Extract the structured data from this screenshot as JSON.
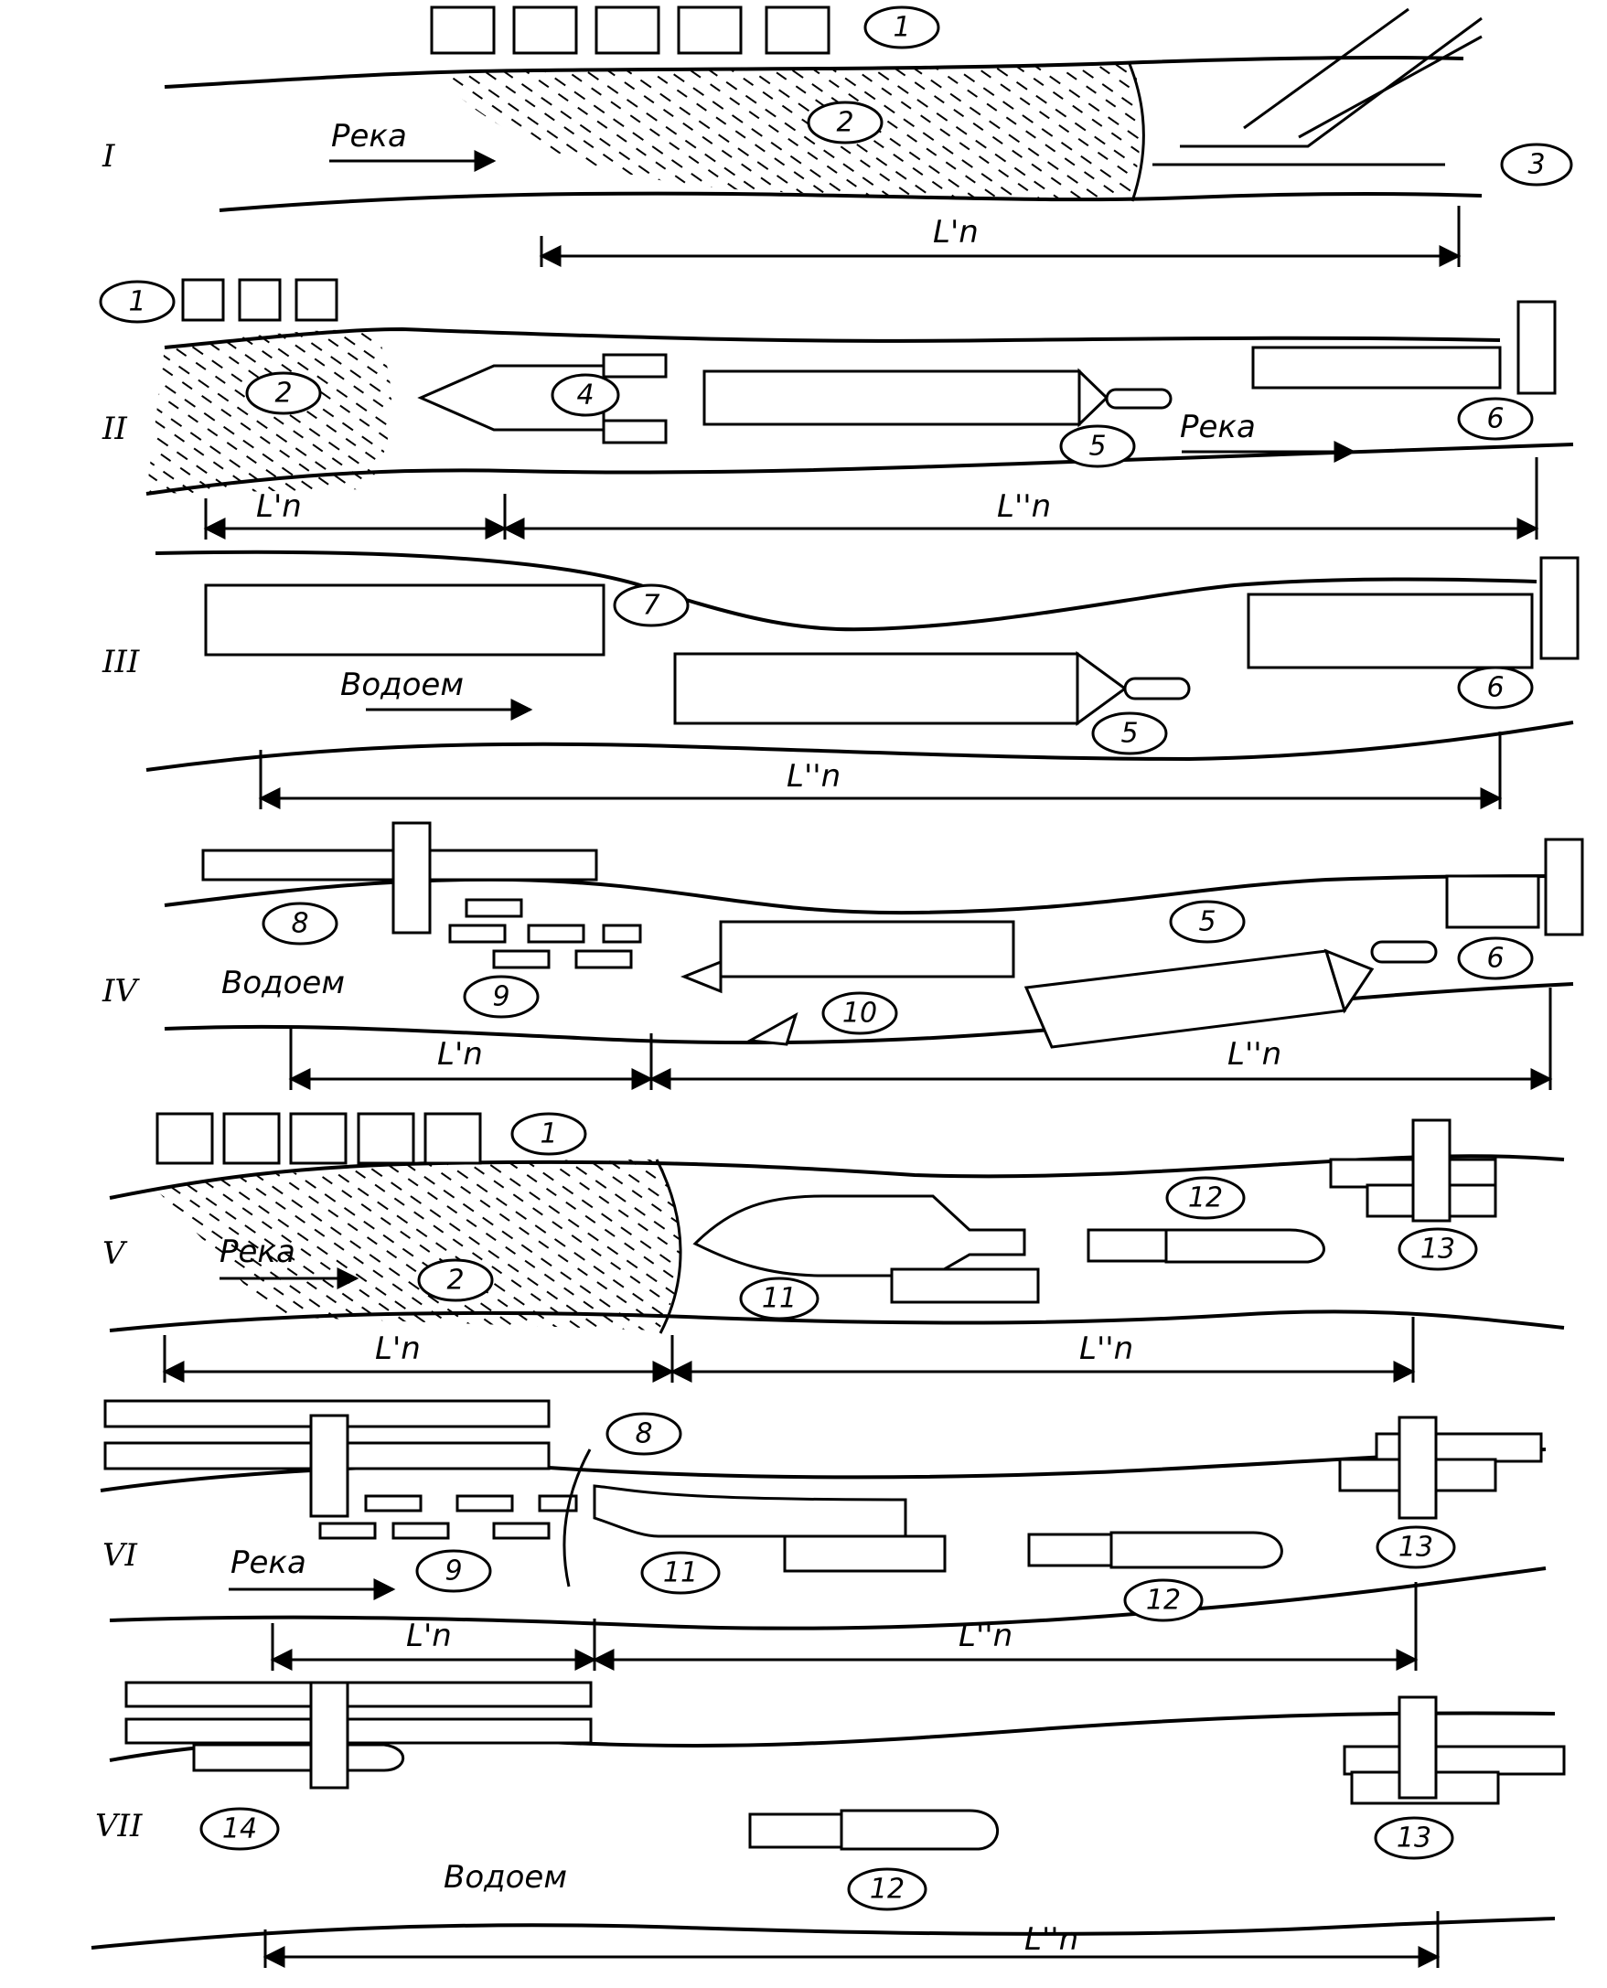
{
  "schemes": [
    {
      "roman": "I",
      "water": "Река",
      "spans": [
        "L'n"
      ],
      "markers": [
        "1",
        "2",
        "3"
      ]
    },
    {
      "roman": "II",
      "water": "Река",
      "spans": [
        "L'n",
        "L''n"
      ],
      "markers": [
        "1",
        "2",
        "4",
        "5",
        "6"
      ]
    },
    {
      "roman": "III",
      "water": "Водоем",
      "spans": [
        "L''n"
      ],
      "markers": [
        "7",
        "5",
        "6"
      ]
    },
    {
      "roman": "IV",
      "water": "Водоем",
      "spans": [
        "L'n",
        "L''n"
      ],
      "markers": [
        "8",
        "9",
        "10",
        "5",
        "6"
      ]
    },
    {
      "roman": "V",
      "water": "Река",
      "spans": [
        "L'n",
        "L''n"
      ],
      "markers": [
        "1",
        "2",
        "11",
        "12",
        "13"
      ]
    },
    {
      "roman": "VI",
      "water": "Река",
      "spans": [
        "L'n",
        "L''n"
      ],
      "markers": [
        "8",
        "9",
        "11",
        "12",
        "13"
      ]
    },
    {
      "roman": "VII",
      "water": "Водоем",
      "spans": [
        "L''n"
      ],
      "markers": [
        "14",
        "12",
        "13"
      ]
    }
  ]
}
